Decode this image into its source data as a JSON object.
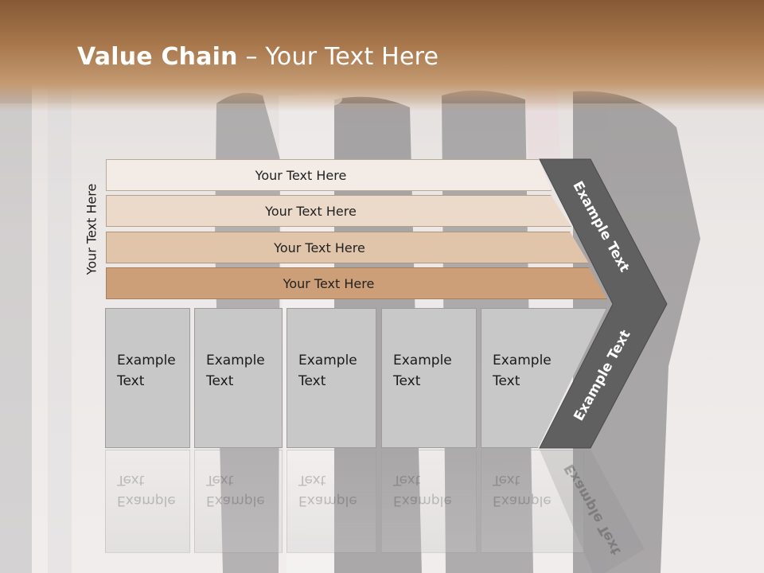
{
  "title": {
    "bold": "Value Chain",
    "rest": " – Your Text Here"
  },
  "vertical_label": "Your Text Here",
  "rows": [
    "Your Text Here",
    "Your Text Here",
    "Your Text Here",
    "Your Text Here"
  ],
  "boxes": [
    {
      "line1": "Example",
      "line2": "Text"
    },
    {
      "line1": "Example",
      "line2": "Text"
    },
    {
      "line1": "Example",
      "line2": "Text"
    },
    {
      "line1": "Example",
      "line2": "Text"
    },
    {
      "line1": "Example",
      "line2": "Text"
    }
  ],
  "chevron": {
    "upper": "Example Text",
    "lower": "Example Text"
  },
  "colors": {
    "header": "#a8774c",
    "row1": "#f3ece6",
    "row2": "#ebd9ca",
    "row3": "#e0c5ab",
    "row4": "#cd9f78",
    "box": "#c8c8c8",
    "chevron": "#606060"
  }
}
